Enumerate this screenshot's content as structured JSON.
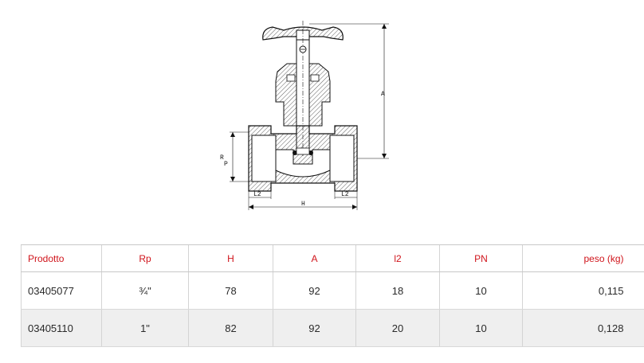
{
  "drawing": {
    "label_a": "A",
    "label_h": "H",
    "label_l2_left": "L2",
    "label_l2_right": "L2",
    "label_rp_r": "R",
    "label_rp_p": "P"
  },
  "table": {
    "headers": [
      "Prodotto",
      "Rp",
      "H",
      "A",
      "l2",
      "PN",
      "peso (kg)"
    ],
    "rows": [
      [
        "03405077",
        "¾\"",
        "78",
        "92",
        "18",
        "10",
        "0,115"
      ],
      [
        "03405110",
        "1\"",
        "82",
        "92",
        "20",
        "10",
        "0,128"
      ]
    ]
  }
}
